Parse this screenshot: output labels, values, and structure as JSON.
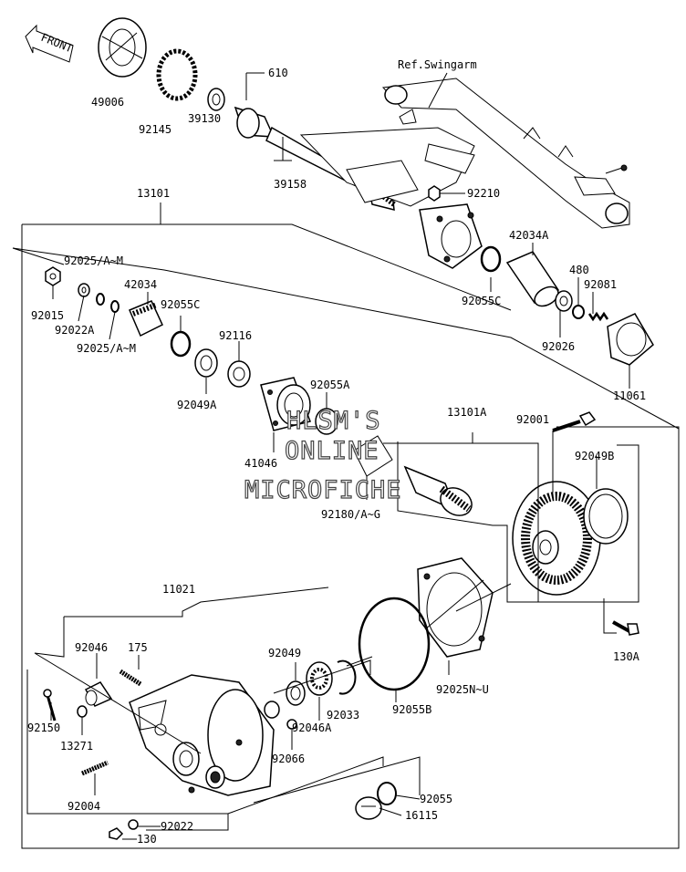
{
  "front_tag": "FRONT",
  "ref_label": "Ref.Swingarm",
  "watermark": [
    "HLSM'S",
    "ONLINE",
    "MICROFICHE"
  ],
  "labels": {
    "p49006": "49006",
    "p92145": "92145",
    "p39130": "39130",
    "p610": "610",
    "p39158": "39158",
    "p92210": "92210",
    "p13101": "13101",
    "p42034A": "42034A",
    "p480": "480",
    "p92081": "92081",
    "p92055C_r": "92055C",
    "p92026": "92026",
    "p11061": "11061",
    "p92025AM_top": "92025/A~M",
    "p92015": "92015",
    "p92022A": "92022A",
    "p42034": "42034",
    "p92055C_l": "92055C",
    "p92025AM_bot": "92025/A~M",
    "p92116": "92116",
    "p92049A": "92049A",
    "p92055A": "92055A",
    "p41046": "41046",
    "p13101A": "13101A",
    "p92001": "92001",
    "p92049B": "92049B",
    "p92180": "92180/A~G",
    "p11021": "11021",
    "p130A": "130A",
    "p92046": "92046",
    "p175": "175",
    "p92049": "92049",
    "p92150": "92150",
    "p13271": "13271",
    "p92033": "92033",
    "p92046A": "92046A",
    "p92066": "92066",
    "p92055B": "92055B",
    "p92025NU": "92025N~U",
    "p92004": "92004",
    "p92055": "92055",
    "p16115": "16115",
    "p92022": "92022",
    "p130": "130"
  }
}
